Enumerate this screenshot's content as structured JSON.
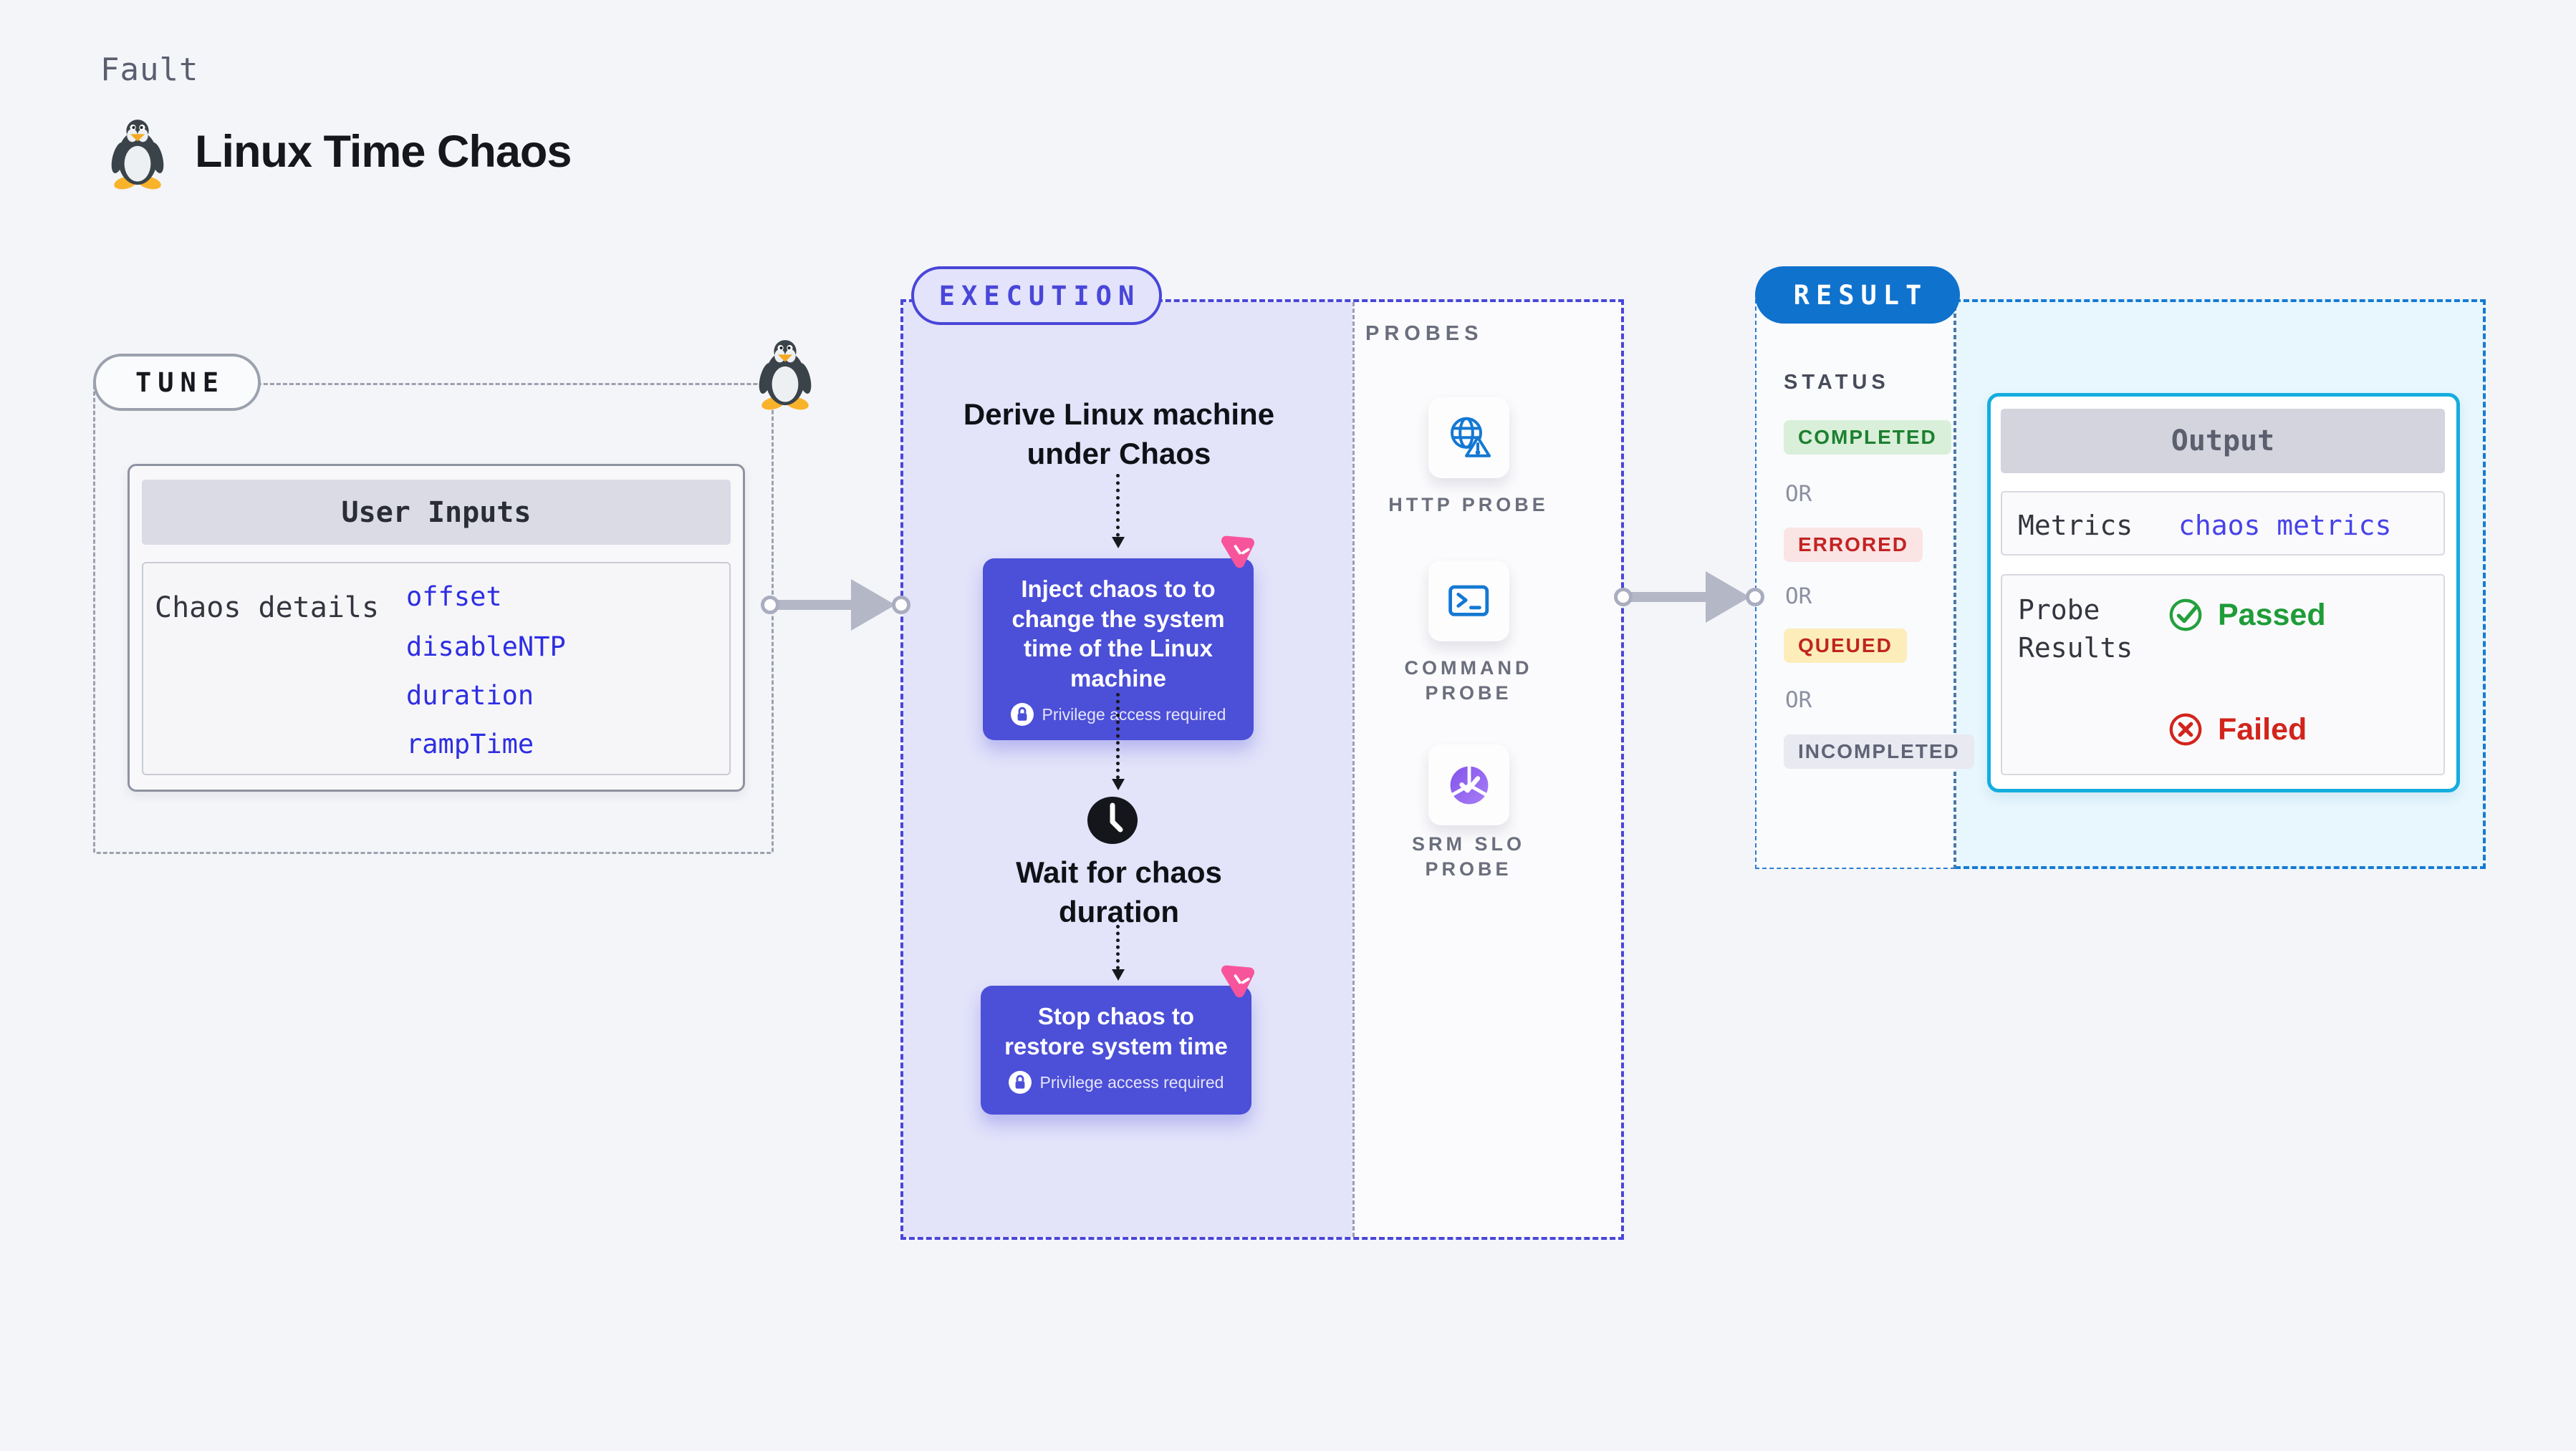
{
  "colors": {
    "page_bg": "#f4f5f9",
    "indigo_accent": "#4946d9",
    "indigo_card": "#4c4fd7",
    "lavender_bg": "#e3e3fa",
    "result_blue": "#0f72cd",
    "cyan_border": "#14addf",
    "lightblue_bg": "#e8f6fd",
    "pink_logo": "#f8549b",
    "probe_blue": "#1478d2",
    "probe_purple": "#8452ec",
    "green_status": "#1d8030",
    "red_status": "#c32322",
    "gray_dash": "#9ba1ad",
    "value_blue": "#2e2ee2"
  },
  "header": {
    "eyebrow": "Fault",
    "title": "Linux Time Chaos"
  },
  "tune": {
    "badge": "TUNE",
    "card_title": "User Inputs",
    "row_label": "Chaos details",
    "values": [
      "offset",
      "disableNTP",
      "duration",
      "rampTime"
    ]
  },
  "execution": {
    "badge": "EXECUTION",
    "derive_label": "Derive Linux machine\nunder Chaos",
    "inject_label": "Inject chaos to to change the system time of the Linux machine",
    "privilege_label": "Privilege access required",
    "wait_label": "Wait for chaos\nduration",
    "stop_label": "Stop chaos to\nrestore system time"
  },
  "probes": {
    "title": "PROBES",
    "items": [
      {
        "icon": "globe-warning-icon",
        "label": "HTTP PROBE"
      },
      {
        "icon": "terminal-icon",
        "label": "COMMAND\nPROBE"
      },
      {
        "icon": "donut-check-icon",
        "label": "SRM SLO\nPROBE"
      }
    ]
  },
  "result": {
    "badge": "RESULT",
    "status_title": "STATUS",
    "or_label": "OR",
    "statuses": [
      "COMPLETED",
      "ERRORED",
      "QUEUED",
      "INCOMPLETED"
    ],
    "output": {
      "title": "Output",
      "metrics_label": "Metrics",
      "metrics_value": "chaos metrics",
      "probe_results_label": "Probe\nResults",
      "passed": "Passed",
      "failed": "Failed"
    }
  }
}
